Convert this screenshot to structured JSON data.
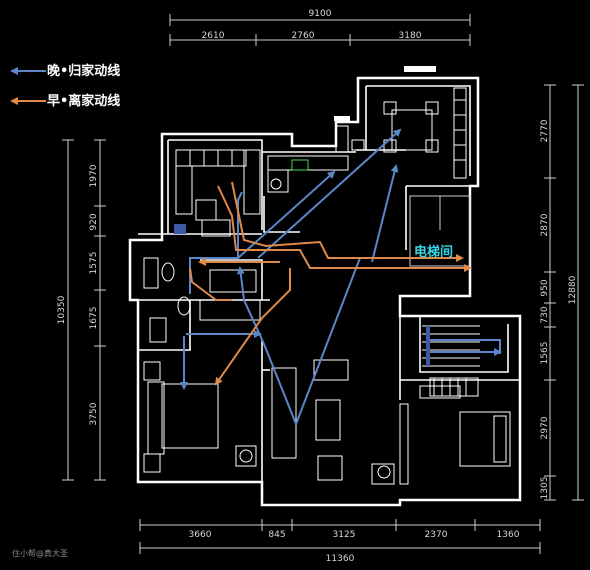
{
  "legend": {
    "evening_return": "晚•归家动线",
    "morning_leave": "早•离家动线"
  },
  "colors": {
    "evening_route": "#5b86c8",
    "morning_route": "#e08a4a",
    "walls": "#ffffff",
    "elevator_label": "#35d7e6",
    "background": "#000000"
  },
  "labels": {
    "elevator": "电梯间",
    "watermark": "住小帮@真大圣"
  },
  "dimensions": {
    "top_total": "9100",
    "top_segments": [
      "2610",
      "2760",
      "3180"
    ],
    "bottom_total": "11360",
    "bottom_segments": [
      "3660",
      "845",
      "3125",
      "2370",
      "1360"
    ],
    "left_total": "10350",
    "left_segments": [
      "1970",
      "920",
      "1575",
      "1675",
      "3750"
    ],
    "right_inner_segments": [
      "2770",
      "2870",
      "950",
      "730",
      "1565",
      "2970",
      "1305"
    ],
    "right_total": "12880"
  }
}
